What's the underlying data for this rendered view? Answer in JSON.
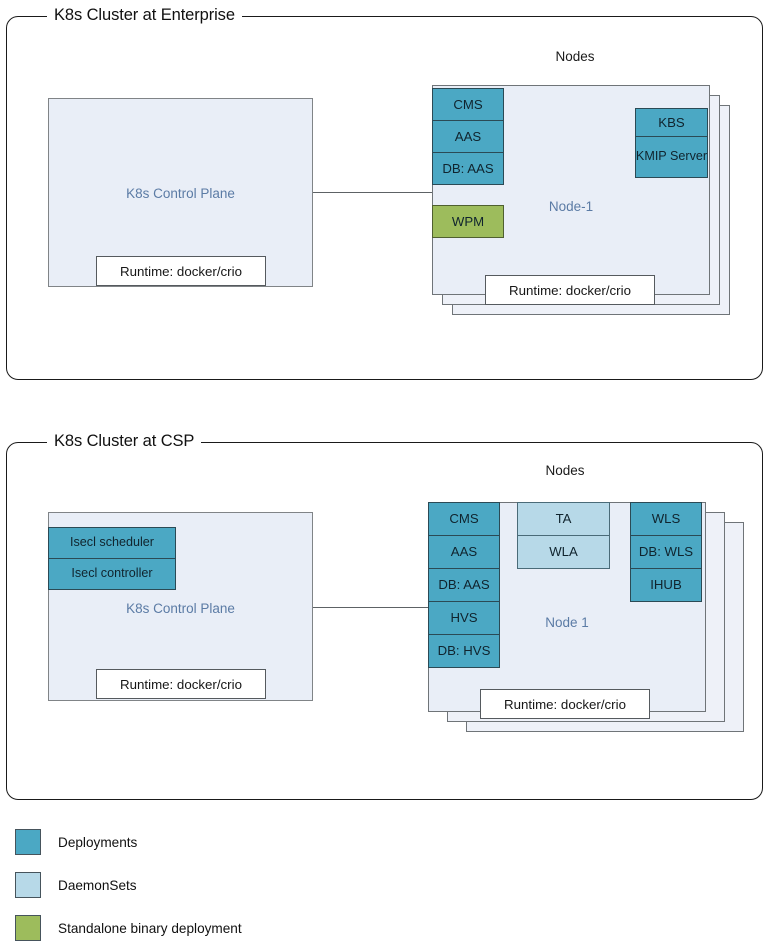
{
  "palette": {
    "deployment": "#4ba8c4",
    "daemonset": "#b7d9e8",
    "binary": "#9dbc5c",
    "panel_fill": "#e9eef7",
    "panel_stroke": "#808487",
    "label_blue": "#5b7ba5",
    "outline": "#1a1a1a"
  },
  "clusters": [
    {
      "title": "K8s Cluster at Enterprise",
      "nodes_label": "Nodes",
      "control_plane": {
        "label": "K8s Control Plane",
        "runtime": "Runtime: docker/crio",
        "services": []
      },
      "node": {
        "label": "Node-1",
        "runtime": "Runtime: docker/crio",
        "left_services": [
          {
            "label": "CMS",
            "kind": "deployment"
          },
          {
            "label": "AAS",
            "kind": "deployment"
          },
          {
            "label": "DB: AAS",
            "kind": "deployment"
          }
        ],
        "standalone_services": [
          {
            "label": "WPM",
            "kind": "binary"
          }
        ],
        "right_services": [
          {
            "label": "KBS",
            "kind": "deployment"
          },
          {
            "label": "KMIP Server",
            "kind": "deployment"
          }
        ]
      }
    },
    {
      "title": "K8s Cluster at CSP",
      "nodes_label": "Nodes",
      "control_plane": {
        "label": "K8s Control Plane",
        "runtime": "Runtime: docker/crio",
        "services": [
          {
            "label": "Isecl scheduler",
            "kind": "deployment"
          },
          {
            "label": "Isecl controller",
            "kind": "deployment"
          }
        ]
      },
      "node": {
        "label": "Node 1",
        "runtime": "Runtime: docker/crio",
        "left_services": [
          {
            "label": "CMS",
            "kind": "deployment"
          },
          {
            "label": "AAS",
            "kind": "deployment"
          },
          {
            "label": "DB: AAS",
            "kind": "deployment"
          },
          {
            "label": "HVS",
            "kind": "deployment"
          },
          {
            "label": "DB: HVS",
            "kind": "deployment"
          }
        ],
        "middle_services": [
          {
            "label": "TA",
            "kind": "daemonset"
          },
          {
            "label": "WLA",
            "kind": "daemonset"
          }
        ],
        "right_services": [
          {
            "label": "WLS",
            "kind": "deployment"
          },
          {
            "label": "DB: WLS",
            "kind": "deployment"
          },
          {
            "label": "IHUB",
            "kind": "deployment"
          }
        ]
      }
    }
  ],
  "legend": {
    "items": [
      {
        "label": "Deployments",
        "color": "#4ba8c4"
      },
      {
        "label": "DaemonSets",
        "color": "#b7d9e8"
      },
      {
        "label": "Standalone binary deployment",
        "color": "#9dbc5c"
      }
    ]
  }
}
